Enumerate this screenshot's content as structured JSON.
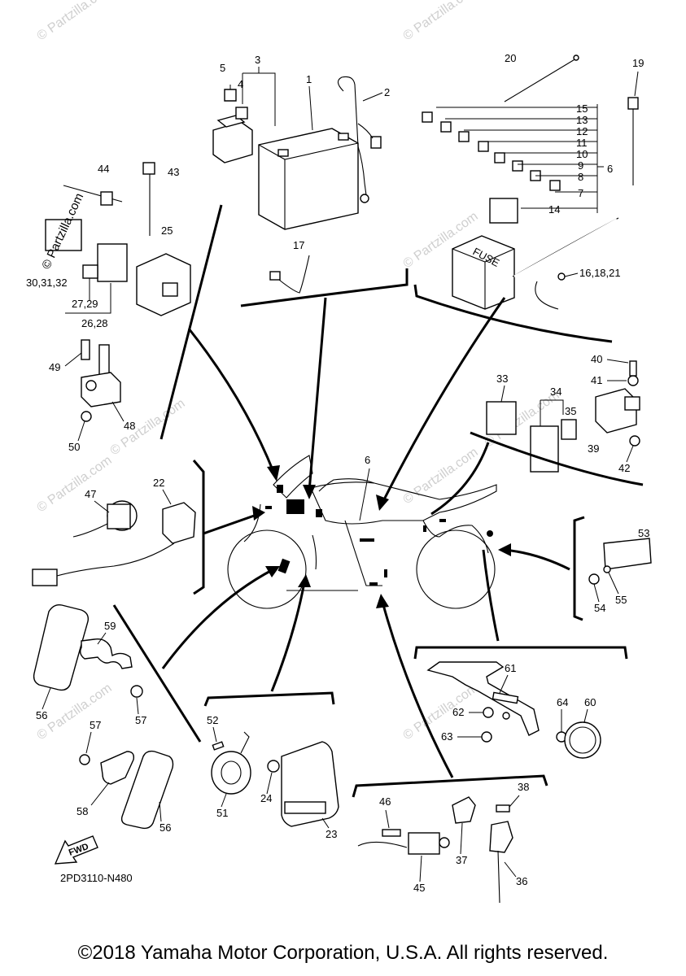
{
  "diagram": {
    "document_number": "2PD3110-N480",
    "copyright": "©2018 Yamaha Motor Corporation, U.S.A. All rights reserved.",
    "watermark_text": "© Partzilla.com",
    "fwd_label": "FWD",
    "fuse_label": "FUSE",
    "part_numbers": {
      "p1": "1",
      "p2": "2",
      "p3": "3",
      "p4": "4",
      "p5": "5",
      "p6": "6",
      "p7": "7",
      "p8": "8",
      "p9": "9",
      "p10": "10",
      "p11": "11",
      "p12": "12",
      "p13": "13",
      "p14": "14",
      "p15": "15",
      "p16_18_21": "16,18,21",
      "p17": "17",
      "p19": "19",
      "p20": "20",
      "p22": "22",
      "p23": "23",
      "p24": "24",
      "p25": "25",
      "p26_28": "26,28",
      "p27_29": "27,29",
      "p30_31_32": "30,31,32",
      "p33": "33",
      "p34": "34",
      "p35": "35",
      "p36": "36",
      "p37": "37",
      "p38": "38",
      "p39": "39",
      "p40": "40",
      "p41": "41",
      "p42": "42",
      "p43": "43",
      "p44": "44",
      "p45": "45",
      "p46": "46",
      "p47": "47",
      "p48": "48",
      "p49": "49",
      "p50": "50",
      "p51": "51",
      "p52": "52",
      "p53": "53",
      "p54": "54",
      "p55": "55",
      "p56a": "56",
      "p56b": "56",
      "p57a": "57",
      "p57b": "57",
      "p58": "58",
      "p59": "59",
      "p60": "60",
      "p61": "61",
      "p62": "62",
      "p63": "63",
      "p64": "64",
      "p6_center": "6"
    }
  }
}
